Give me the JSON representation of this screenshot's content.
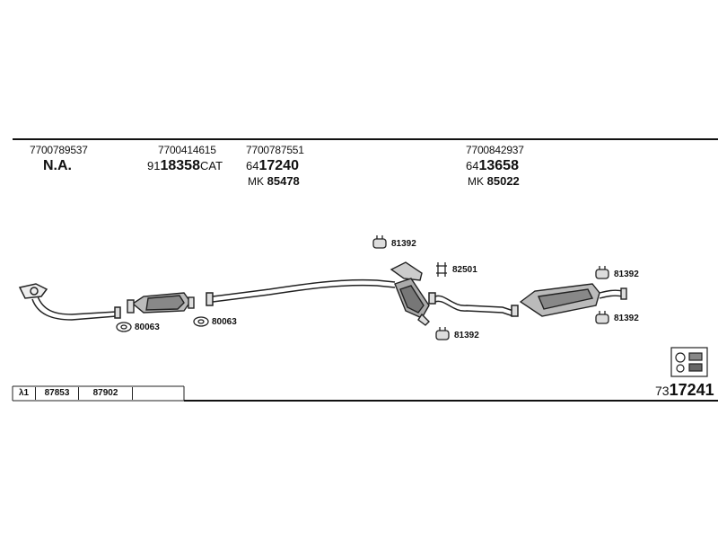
{
  "parts": [
    {
      "oem": "7700789537",
      "code": "N.A.",
      "mk": ""
    },
    {
      "oem": "7700414615",
      "prefix": "91",
      "main": "18358",
      "suffix": "CAT"
    },
    {
      "oem": "7700787551",
      "prefix": "64",
      "main": "17240",
      "mk_prefix": "MK",
      "mk": "85478"
    },
    {
      "oem": "7700842937",
      "prefix": "64",
      "main": "13658",
      "mk_prefix": "MK",
      "mk": "85022"
    }
  ],
  "fittings": {
    "gasket_1": "80063",
    "gasket_2": "80063",
    "hanger_top": "81392",
    "clamp": "82501",
    "hanger_bottom": "81392",
    "hanger_right_top": "81392",
    "hanger_right_bottom": "81392"
  },
  "lambda_row": {
    "symbol": "λ1",
    "sensors": [
      "87853",
      "87902"
    ]
  },
  "document": {
    "prefix": "73",
    "number": "17241"
  }
}
